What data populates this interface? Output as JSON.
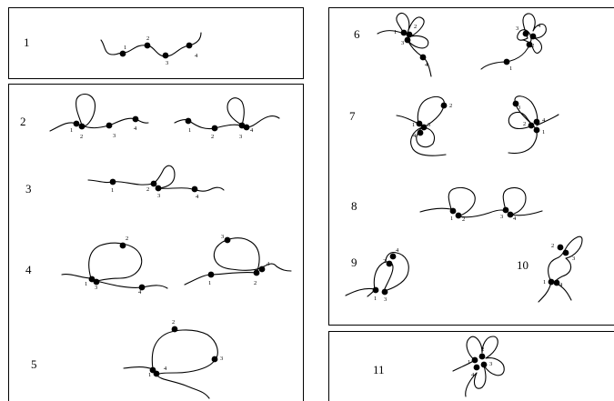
{
  "panels": [
    {
      "id": "1",
      "markers": [
        "1",
        "2",
        "3",
        "4"
      ]
    },
    {
      "id": "2",
      "markers": [
        "1",
        "2",
        "3",
        "4",
        "1",
        "2",
        "3",
        "4"
      ]
    },
    {
      "id": "3",
      "markers": [
        "1",
        "2",
        "3",
        "4"
      ]
    },
    {
      "id": "4",
      "markers": [
        "1",
        "2",
        "3",
        "4",
        "1",
        "2",
        "3",
        "4"
      ]
    },
    {
      "id": "5",
      "markers": [
        "1",
        "2",
        "3",
        "4"
      ]
    },
    {
      "id": "6",
      "markers": [
        "1",
        "2",
        "3",
        "4",
        "1",
        "2",
        "3",
        "4"
      ]
    },
    {
      "id": "7",
      "markers": [
        "1",
        "2",
        "3",
        "4",
        "1",
        "2",
        "3",
        "4"
      ]
    },
    {
      "id": "8",
      "markers": [
        "1",
        "2",
        "3",
        "4"
      ]
    },
    {
      "id": "9",
      "markers": [
        "1",
        "2",
        "3",
        "4"
      ]
    },
    {
      "id": "10",
      "markers": [
        "1",
        "2",
        "3",
        "4"
      ]
    },
    {
      "id": "11",
      "markers": [
        "1",
        "2",
        "3",
        "4"
      ]
    }
  ]
}
